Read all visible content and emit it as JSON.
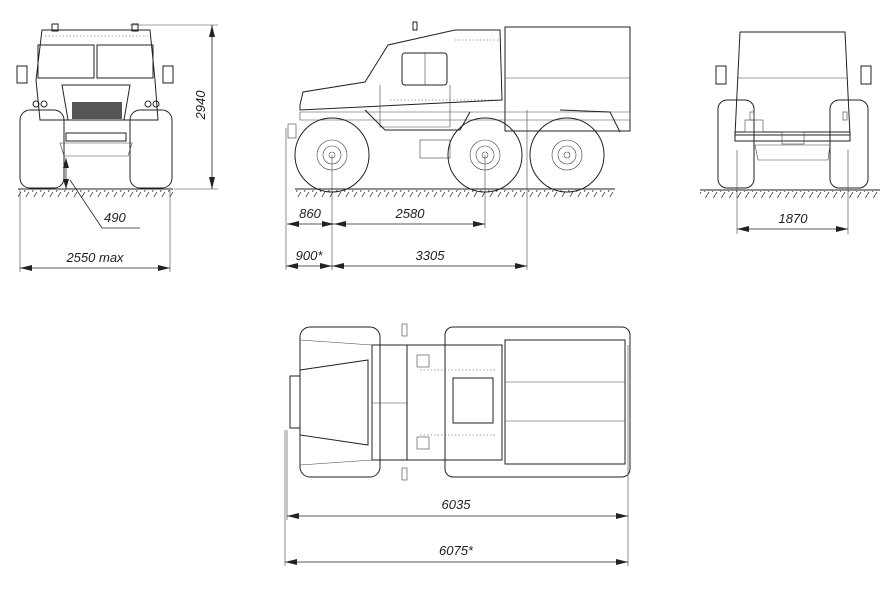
{
  "drawing": {
    "front_view": {
      "height_label": "2940",
      "ground_clearance_label": "490",
      "width_label": "2550 max"
    },
    "side_view": {
      "front_overhang_label": "860",
      "wheelbase_1_label": "2580",
      "front_overhang_star_label": "900*",
      "wheelbase_total_label": "3305"
    },
    "rear_view": {
      "track_label": "1870"
    },
    "top_view": {
      "length_label": "6035",
      "length_star_label": "6075*"
    }
  }
}
